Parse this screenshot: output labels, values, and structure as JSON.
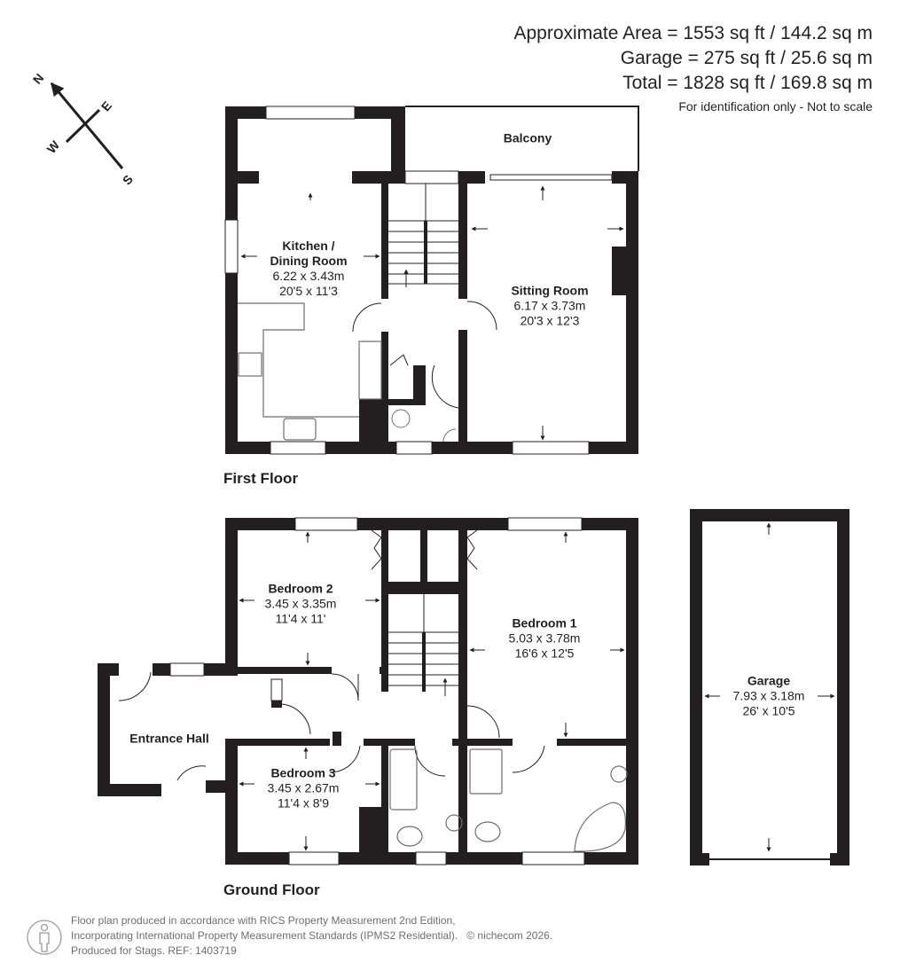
{
  "areas": {
    "approximate": "Approximate Area = 1553 sq ft / 144.2 sq m",
    "garage": "Garage = 275 sq ft / 25.6 sq m",
    "total": "Total = 1828 sq ft / 169.8 sq m",
    "note": "For identification only - Not to scale"
  },
  "compass": {
    "n": "N",
    "e": "E",
    "s": "S",
    "w": "W"
  },
  "floors": {
    "first": {
      "label": "First Floor",
      "rooms": [
        {
          "name": "Kitchen /",
          "name2": "Dining Room",
          "metric": "6.22 x 3.43m",
          "imperial": "20'5 x 11'3"
        },
        {
          "name": "Balcony"
        },
        {
          "name": "Sitting Room",
          "metric": "6.17 x 3.73m",
          "imperial": "20'3 x 12'3"
        }
      ]
    },
    "ground": {
      "label": "Ground Floor",
      "rooms": [
        {
          "name": "Bedroom 2",
          "metric": "3.45 x 3.35m",
          "imperial": "11'4 x 11'"
        },
        {
          "name": "Bedroom 1",
          "metric": "5.03 x 3.78m",
          "imperial": "16'6 x 12'5"
        },
        {
          "name": "Entrance Hall"
        },
        {
          "name": "Bedroom 3",
          "metric": "3.45 x 2.67m",
          "imperial": "11'4 x 8'9"
        }
      ]
    },
    "garage": {
      "rooms": [
        {
          "name": "Garage",
          "metric": "7.93 x 3.18m",
          "imperial": "26' x 10'5"
        }
      ]
    }
  },
  "footer": {
    "line1": "Floor plan produced in accordance with RICS Property Measurement 2nd Edition,",
    "line2": "Incorporating International Property Measurement Standards (IPMS2 Residential).",
    "copyright": "© nichecom 2026.",
    "line3": "Produced for Stags.   REF: 1403719"
  },
  "colors": {
    "wall": "#231f20",
    "text": "#231f20",
    "footer_text": "#6d6e71"
  }
}
